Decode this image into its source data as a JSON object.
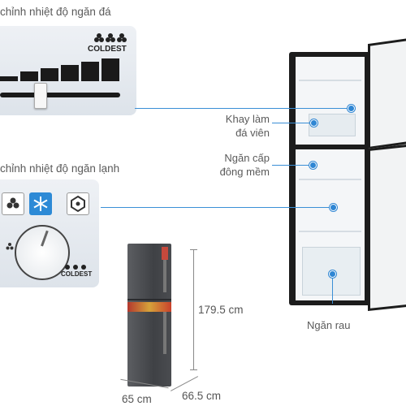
{
  "top_caption": "chỉnh nhiệt độ ngăn đá",
  "middle_caption": "chỉnh nhiệt độ ngăn lạnh",
  "panel_top": {
    "coldest_label": "COLDEST"
  },
  "panel_bottom": {
    "coldest_label": "COLDEST"
  },
  "callouts": {
    "ice_tray": [
      "Khay làm",
      "đá viên"
    ],
    "soft_freeze": [
      "Ngăn cấp",
      "đông mềm"
    ],
    "vegetable": "Ngăn rau"
  },
  "dimensions": {
    "height": "179.5 cm",
    "width": "65 cm",
    "depth": "66.5  cm"
  },
  "colors": {
    "callout_blue": "#2f86d3",
    "fridge_body": "#1c1c1c",
    "panel_bg": "#e4e8ee"
  }
}
